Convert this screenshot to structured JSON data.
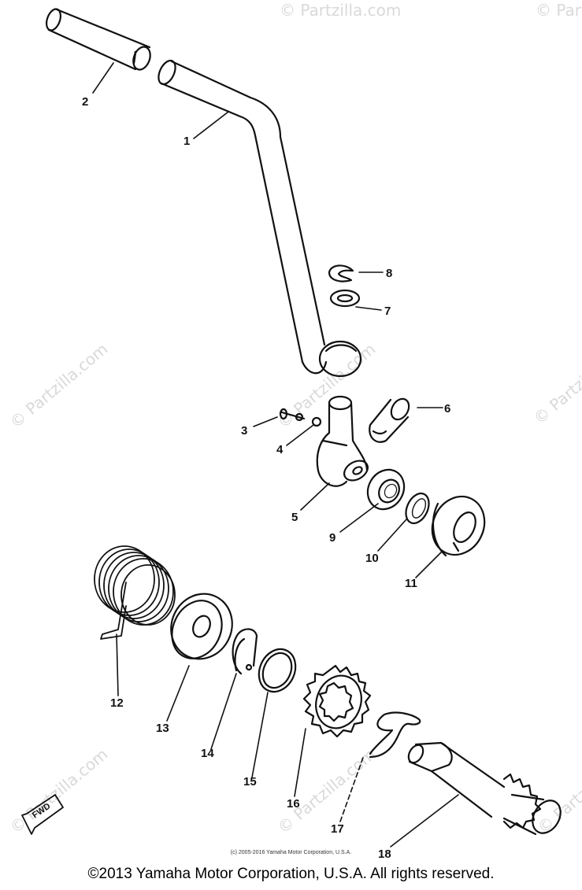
{
  "watermark": "© Partzilla.com",
  "fwd_marker": "FWD",
  "fine_print": "(c) 2005-2016 Yamaha Motor Corporation, U.S.A.",
  "copyright": "©2013 Yamaha Motor Corporation, U.S.A. All rights reserved.",
  "parts": [
    {
      "id": "1",
      "label": "1"
    },
    {
      "id": "2",
      "label": "2"
    },
    {
      "id": "3",
      "label": "3"
    },
    {
      "id": "4",
      "label": "4"
    },
    {
      "id": "5",
      "label": "5"
    },
    {
      "id": "6",
      "label": "6"
    },
    {
      "id": "7",
      "label": "7"
    },
    {
      "id": "8",
      "label": "8"
    },
    {
      "id": "9",
      "label": "9"
    },
    {
      "id": "10",
      "label": "10"
    },
    {
      "id": "11",
      "label": "11"
    },
    {
      "id": "12",
      "label": "12"
    },
    {
      "id": "13",
      "label": "13"
    },
    {
      "id": "14",
      "label": "14"
    },
    {
      "id": "15",
      "label": "15"
    },
    {
      "id": "16",
      "label": "16"
    },
    {
      "id": "17",
      "label": "17"
    },
    {
      "id": "18",
      "label": "18"
    }
  ]
}
